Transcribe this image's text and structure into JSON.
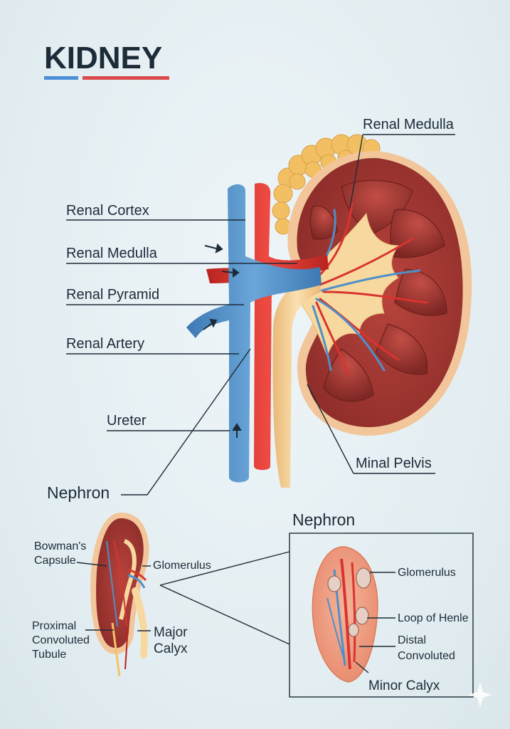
{
  "title": "KIDNEY",
  "colors": {
    "vein": "#4f8fc9",
    "artery": "#d9342f",
    "cortex": "#9e3530",
    "pelvis": "#f7d9a0",
    "adrenal": "#f3c466",
    "title_underline_blue": "#4a90d9",
    "title_underline_red": "#d94a4a"
  },
  "main_labels": {
    "renal_medulla_top": "Renal Medulla",
    "renal_cortex": "Renal Cortex",
    "renal_medulla": "Renal Medulla",
    "renal_pyramid": "Renal Pyramid",
    "renal_artery": "Renal Artery",
    "ureter": "Ureter",
    "minal_pelvis": "Minal Pelvis",
    "nephron": "Nephron"
  },
  "small_kidney": {
    "bowmans_capsule": [
      "Bowman's",
      "Capsule"
    ],
    "glomerulus": "Glomerulus",
    "proximal_tubule": [
      "Proximal",
      "Convoluted",
      "Tubule"
    ],
    "major_calyx": [
      "Major",
      "Calyx"
    ]
  },
  "nephron_inset": {
    "title": "Nephron",
    "glomerulus": "Glomerulus",
    "loop_of_henle": "Loop of Henle",
    "distal_convoluted": [
      "Distal",
      "Convoluted"
    ],
    "minor_calyx": "Minor Calyx"
  },
  "icons": [
    "flow-arrow-icon",
    "sparkle-icon"
  ]
}
